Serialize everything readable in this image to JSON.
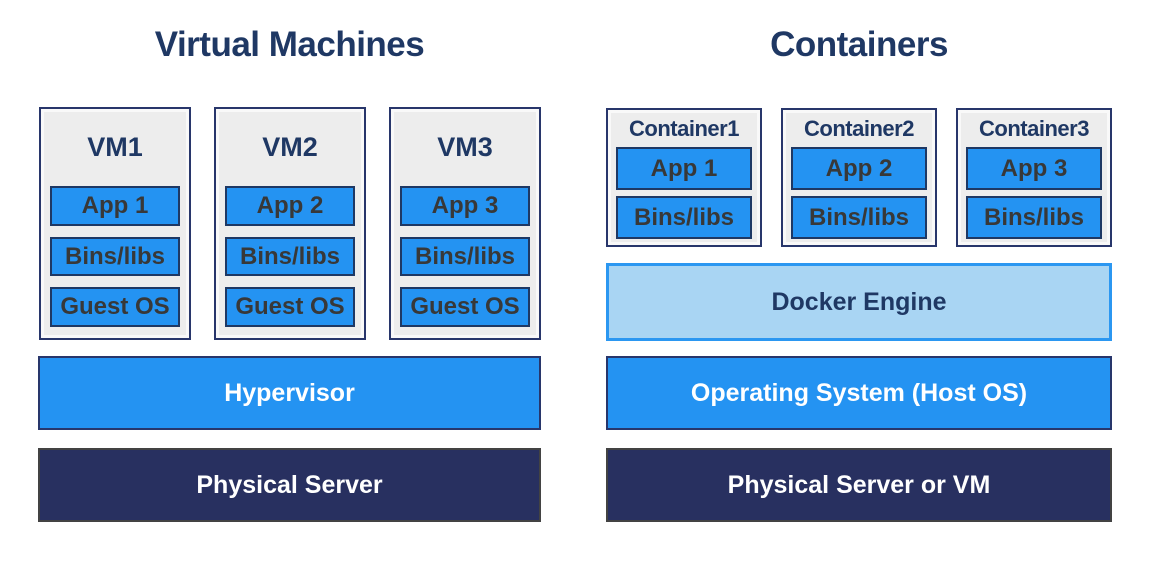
{
  "left": {
    "title": "Virtual Machines",
    "vms": [
      {
        "name": "VM1",
        "layers": [
          "App 1",
          "Bins/libs",
          "Guest OS"
        ]
      },
      {
        "name": "VM2",
        "layers": [
          "App 2",
          "Bins/libs",
          "Guest OS"
        ]
      },
      {
        "name": "VM3",
        "layers": [
          "App 3",
          "Bins/libs",
          "Guest OS"
        ]
      }
    ],
    "hypervisor_label": "Hypervisor",
    "base_label": "Physical Server"
  },
  "right": {
    "title": "Containers",
    "containers": [
      {
        "name": "Container1",
        "layers": [
          "App 1",
          "Bins/libs"
        ]
      },
      {
        "name": "Container2",
        "layers": [
          "App 2",
          "Bins/libs"
        ]
      },
      {
        "name": "Container3",
        "layers": [
          "App 3",
          "Bins/libs"
        ]
      }
    ],
    "engine_label": "Docker Engine",
    "os_label": "Operating System (Host OS)",
    "base_label": "Physical Server or VM"
  },
  "colors": {
    "title_navy": "#1F3864",
    "box_fill_gray": "#EDEDED",
    "box_border_navy": "#28366B",
    "bright_blue": "#2493F2",
    "light_blue_fill": "#A9D5F3",
    "light_blue_border": "#2B97F1",
    "dark_navy_bar": "#283060",
    "layer_text": "#383838",
    "bar_text": "#FFFFFF"
  }
}
